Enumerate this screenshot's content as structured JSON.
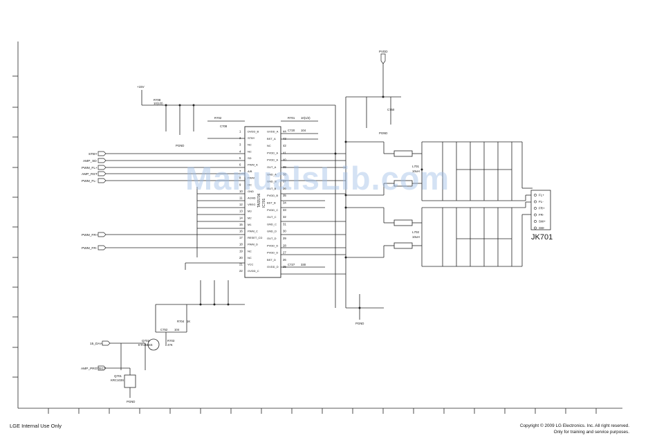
{
  "footer": {
    "left": "LGE Internal Use Only",
    "right_line1": "Copyright © 2009 LG Electronics. Inc. All right reserved.",
    "right_line2": "Only for training and service purposes."
  },
  "watermark": "ManualsLib.com",
  "signals": {
    "stby": "STBY",
    "amp_sd": "AMP_SD",
    "pwm_fl_plus": "PWM_FL+",
    "amp_rst": "AMP_RST",
    "pwm_fl_minus": "PWM_FL-",
    "pwm_fr_plus": "PWM_FR+",
    "pwm_fr_minus": "PWM_FR-",
    "15_daa": "15_DAA",
    "amp_protect": "AMP_PROTECT"
  },
  "ic": {
    "name": "TAS5706",
    "ref": "IC701",
    "left_pins": [
      "DVDD_B",
      "STBY",
      "NC",
      "NC",
      "SD",
      "PWM_A",
      "A/B",
      "PWM",
      "OC",
      "GND",
      "AGND",
      "VREG",
      "M3",
      "M2",
      "M1",
      "PWM_C",
      "RESET_CD",
      "PWM_D",
      "NC",
      "NC",
      "VCC",
      "GVDD_C"
    ],
    "left_nums": [
      "1",
      "2",
      "3",
      "4",
      "5",
      "6",
      "7",
      "8",
      "9",
      "10",
      "11",
      "12",
      "13",
      "14",
      "15",
      "16",
      "17",
      "18",
      "19",
      "20",
      "21",
      "22"
    ],
    "right_pins": [
      "GVDD_A",
      "BST_A",
      "NC",
      "PVDD_A",
      "PVDD_A",
      "OUT_A",
      "GND_A",
      "GND_B",
      "OUT_B",
      "PVDD_B",
      "BST_B",
      "PVDD_C",
      "OUT_C",
      "GND_C",
      "GND_D",
      "OUT_D",
      "PVDD_D",
      "PVDD_D",
      "BST_D",
      "GVDD_D"
    ],
    "right_nums": [
      "44",
      "43",
      "42",
      "41",
      "40",
      "39",
      "38",
      "37",
      "36",
      "35",
      "34",
      "33",
      "32",
      "31",
      "30",
      "29",
      "28",
      "27",
      "26",
      "25"
    ]
  },
  "connector": {
    "name": "JK701",
    "pins": [
      "FL+",
      "FL-",
      "FR+",
      "FR-",
      "SW+",
      "SW-"
    ]
  },
  "labels": {
    "supply_top": "+15V",
    "supply_top_right": "PVDD",
    "inductor_1": "L701",
    "inductor_1b": "10uH",
    "inductor_2": "L702",
    "inductor_2b": "10uH",
    "transistor_1": "Q702",
    "transistor_1_part": "KTA1504S",
    "transistor_2": "Q701",
    "transistor_2_part": "KRC103S",
    "gnd_1": "PGND",
    "gnd_2": "PGND",
    "gnd_3": "PGND",
    "gnd_4": "PGND",
    "r_top": "R708",
    "r_top_val": "10(1/2)",
    "c_top": "C708",
    "r_f": "R701",
    "r_g": "R702",
    "c_ind": "C750",
    "r_f_val": "10(1/2)",
    "c_mid": "C720",
    "c_mid_val": "104",
    "c_low": "C727",
    "c_low_val": "330",
    "r_bot": "R704",
    "r_bot_val": "1K",
    "c_bot": "C752",
    "c_bot_val": "104",
    "r_q": "R703",
    "r_q_val": "47K"
  }
}
